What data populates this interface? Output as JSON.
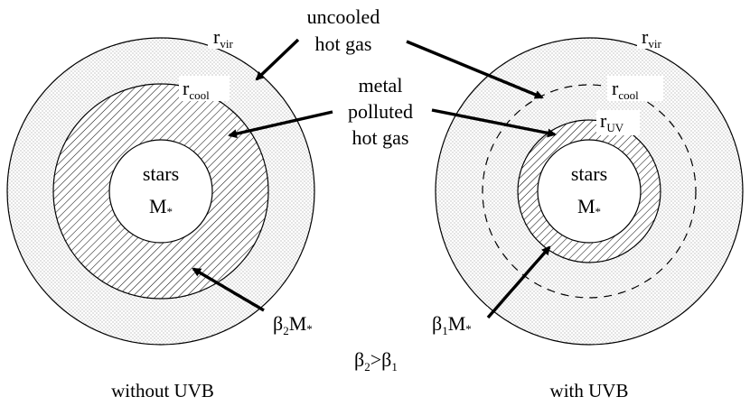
{
  "labels": {
    "uncooled_line1": "uncooled",
    "uncooled_line2": "hot gas",
    "metal_line1": "metal",
    "metal_line2": "polluted",
    "metal_line3": "hot gas",
    "r": "r",
    "vir": "vir",
    "cool": "cool",
    "uv": "UV",
    "stars": "stars",
    "mass": "M",
    "star_sub": "*",
    "beta": "β",
    "sub1": "1",
    "sub2": "2",
    "gt": ">",
    "left_caption": "without UVB",
    "right_caption": "with UVB"
  },
  "colors": {
    "line": "#000000",
    "stipple": "#7a7a7a",
    "background": "#ffffff"
  }
}
